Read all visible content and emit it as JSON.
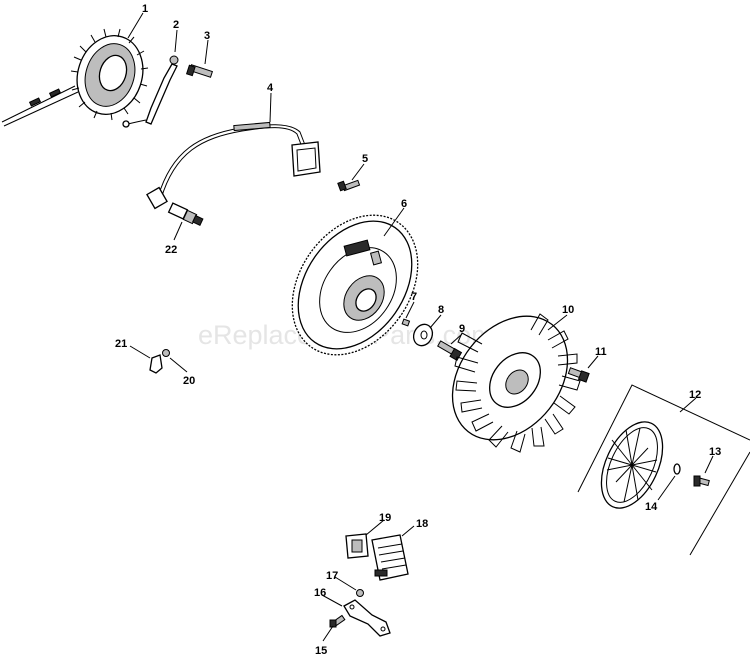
{
  "watermark": "eReplacementParts.com",
  "callouts": [
    "1",
    "2",
    "3",
    "4",
    "5",
    "6",
    "7",
    "8",
    "9",
    "10",
    "11",
    "12",
    "13",
    "14",
    "15",
    "16",
    "17",
    "18",
    "19",
    "20",
    "21",
    "22"
  ]
}
